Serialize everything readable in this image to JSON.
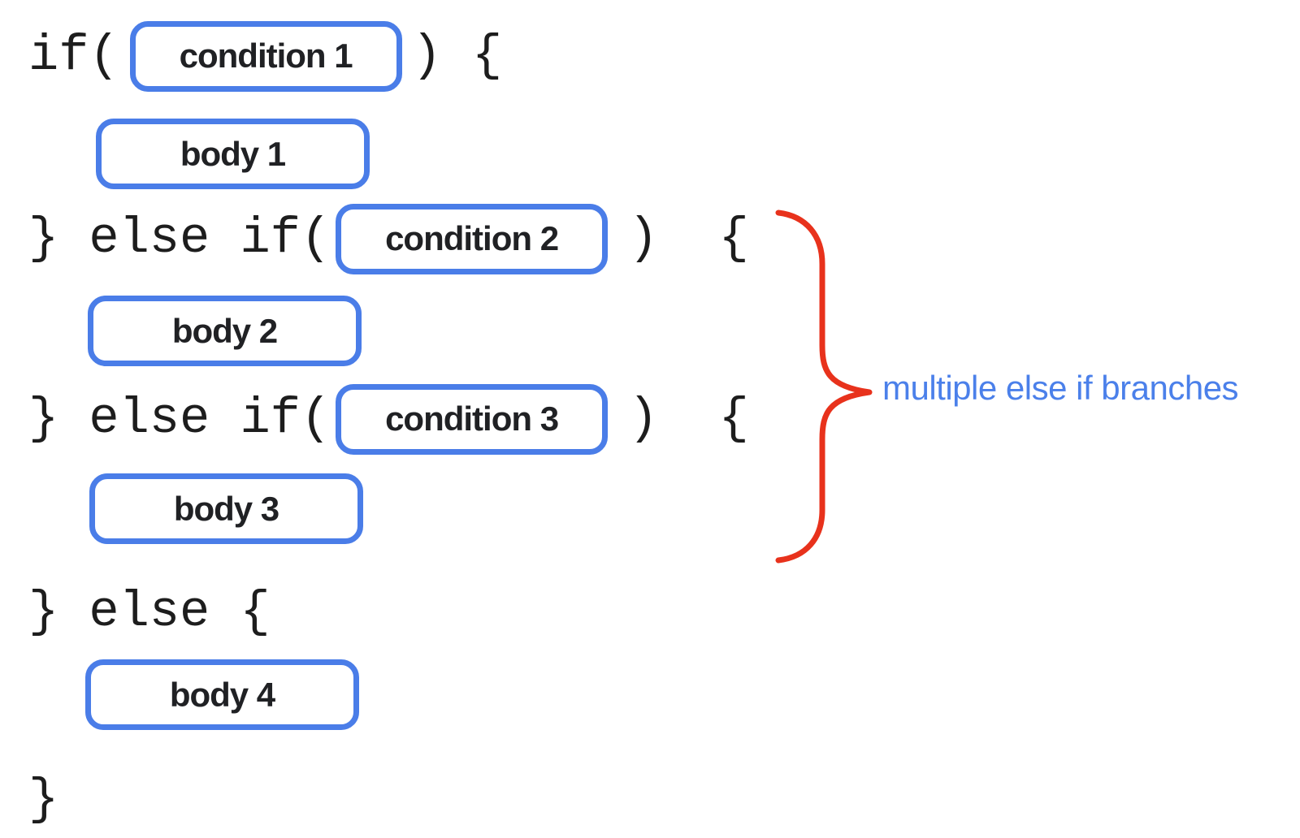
{
  "colors": {
    "box_border": "#4a7de8",
    "code_text": "#1d1d1d",
    "label_text": "#202124",
    "brace": "#e8321c",
    "annotation_text": "#4b80ea"
  },
  "code": {
    "line1": {
      "before": "if(",
      "after": ") {"
    },
    "line3": {
      "before": "} else if(",
      "after": ")  {"
    },
    "line5": {
      "before": "} else if(",
      "after": ")  {"
    },
    "line7": "} else {",
    "line9": "}"
  },
  "boxes": {
    "condition1": "condition 1",
    "body1": "body 1",
    "condition2": "condition 2",
    "body2": "body 2",
    "condition3": "condition 3",
    "body3": "body 3",
    "body4": "body 4"
  },
  "annotation": {
    "label": "multiple else if branches"
  }
}
